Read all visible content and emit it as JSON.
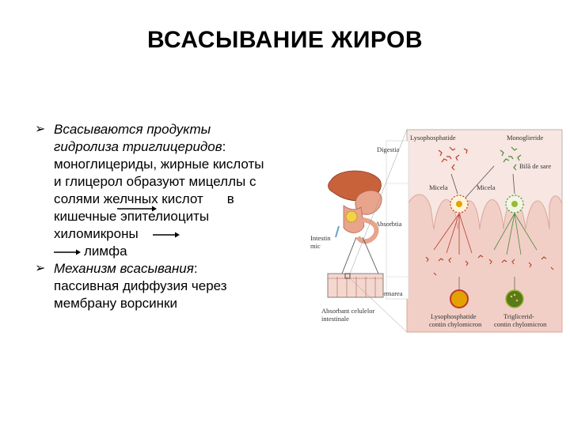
{
  "title": "ВСАСЫВАНИЕ ЖИРОВ",
  "bullet1": {
    "lead": "Всасываются продукты",
    "lead2": "гидролиза триглицеридов",
    "colon": ":",
    "line3": "моноглицериды, жирные кислоты",
    "line4": "и глицерол образуют мицеллы с",
    "line5a": "солями желчных кислот",
    "line5b": "в",
    "line6": "кишечные эпителиоциты",
    "line7": "хиломикроны",
    "line8": "лимфа"
  },
  "bullet2": {
    "lead": "Механизм всасывания",
    "colon": ":",
    "line2": "пассивная диффузия через",
    "line3": "мембрану ворсинки"
  },
  "figure": {
    "left_labels": {
      "digestia": "Digestia",
      "absorbtia": "Absorbtia",
      "formarea": "Formarea",
      "intestin": "Intestin",
      "intestin2": "mic",
      "absorbant1": "Absorbant celulelor",
      "absorbant2": "intestinale"
    },
    "top_labels": {
      "lysophosphatide": "Lysophosphatide",
      "monoglyceride": "Monoglieride",
      "bila": "Bilă de sare"
    },
    "micelle_labels": {
      "left": "Micela",
      "right": "Micela"
    },
    "bottom_labels": {
      "left1": "Lysophosphatide",
      "left2": "contin chylomicron",
      "right1": "Triglicerid-",
      "right2": "contin chylomicron"
    }
  },
  "colors": {
    "panel_bg": "#f7e6e1",
    "villi": "#f2cfc6",
    "liver": "#c8623a",
    "gut": "#e8a48c",
    "lysophosphatide": "#c0392b",
    "monoglyceride": "#4a8a3a",
    "chylomicron_left": "#e2a300",
    "chylomicron_right": "#5a7a1a"
  }
}
